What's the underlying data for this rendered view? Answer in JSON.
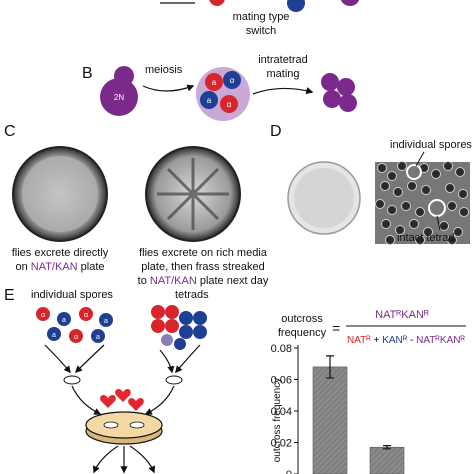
{
  "panel_labels": {
    "b": "B",
    "c": "C",
    "d": "D",
    "e": "E"
  },
  "panel_a": {
    "caption_line1": "mating type",
    "caption_line2": "switch"
  },
  "panel_b": {
    "cell_label": "2N",
    "step1": "meiosis",
    "step2_line1": "intratetrad",
    "step2_line2": "mating",
    "spore_labels": [
      "a",
      "α",
      "a",
      "α"
    ]
  },
  "panel_c": {
    "left_caption": [
      "flies excrete directly",
      "on ",
      "NAT/KAN",
      " plate"
    ],
    "right_caption": [
      "flies excrete on rich media",
      "plate, then frass streaked",
      "to ",
      "NAT/KAN",
      " plate next day"
    ]
  },
  "panel_d": {
    "label_top": "individual spores",
    "label_bottom": "intact tetrad"
  },
  "panel_e": {
    "label_left": "individual spores",
    "label_right": "tetrads",
    "formula": {
      "lhs_line1": "outcross",
      "lhs_line2": "frequency",
      "eq": "=",
      "numerator": "NATᴿKANᴿ",
      "den_nat": "NATᴿ",
      "den_plus": " + ",
      "den_kan": "KANᴿ",
      "den_minus": " - ",
      "den_natkan": "NATᴿKANᴿ"
    },
    "spore_letters": [
      "α",
      "a",
      "α",
      "a"
    ]
  },
  "chart_data": {
    "type": "bar",
    "categories": [
      "",
      ""
    ],
    "values": [
      0.068,
      0.017
    ],
    "errors": [
      0.007,
      0.001
    ],
    "ylabel": "outcross frequency",
    "ylim": [
      0,
      0.08
    ],
    "yticks": [
      "0",
      "0.02",
      "0.04",
      "0.06",
      "0.08"
    ],
    "bar_color": "#8a8a8a"
  },
  "colors": {
    "purple": "#7b2a8c",
    "red": "#d7262b",
    "blue": "#1f3f95",
    "heart": "#e0282e",
    "dish": "#f3d9a4"
  }
}
